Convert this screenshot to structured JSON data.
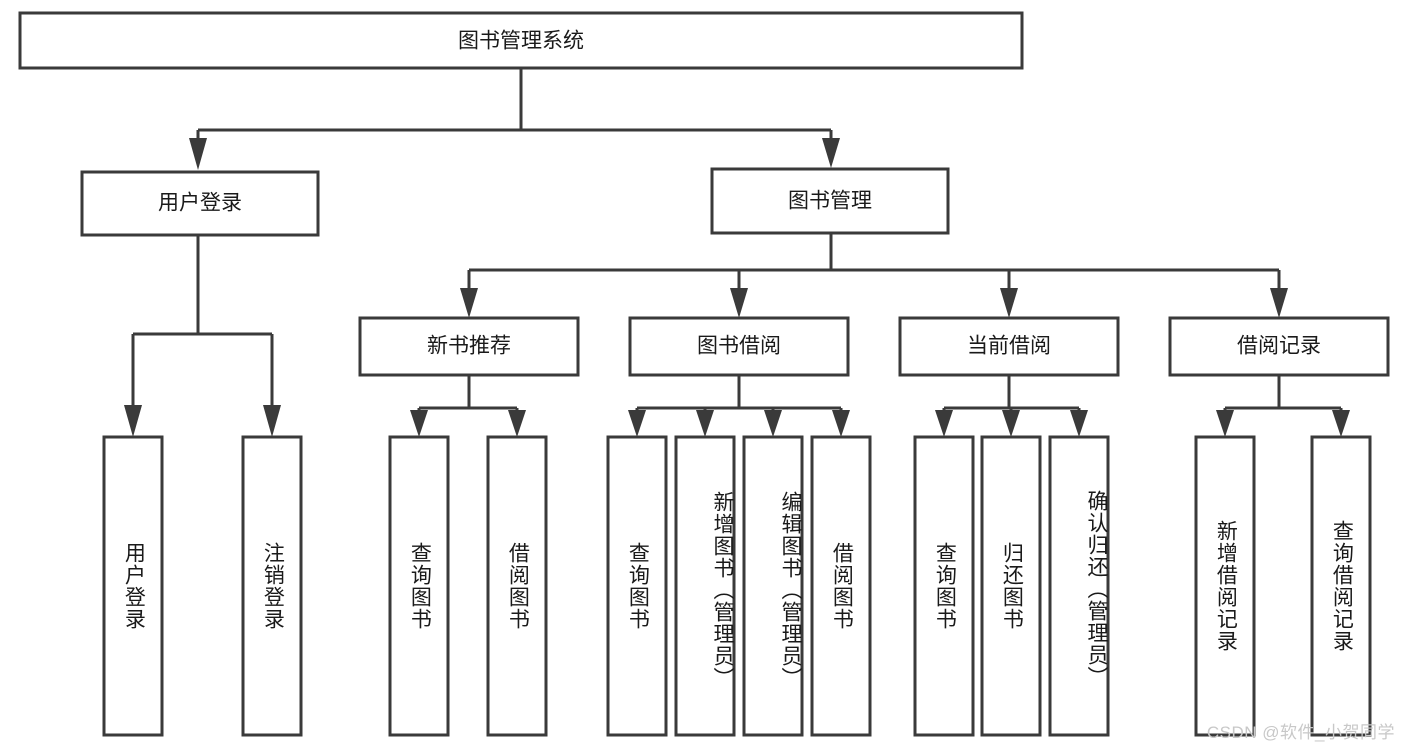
{
  "diagram": {
    "type": "tree-hierarchy",
    "title": "图书管理系统",
    "style": {
      "box_fill": "#ffffff",
      "box_stroke": "#3a3a3a",
      "text_color": "#1a1a1a",
      "background": "#ffffff",
      "watermark_color": "#c8c8c8"
    },
    "root": {
      "label": "图书管理系统"
    },
    "level2": [
      {
        "label": "用户登录"
      },
      {
        "label": "图书管理"
      }
    ],
    "level3": [
      {
        "label": "新书推荐"
      },
      {
        "label": "图书借阅"
      },
      {
        "label": "当前借阅"
      },
      {
        "label": "借阅记录"
      }
    ],
    "leaves": {
      "user_login": [
        {
          "label": "用户登录"
        },
        {
          "label": "注销登录"
        }
      ],
      "new_book_recommend": [
        {
          "label": "查询图书"
        },
        {
          "label": "借阅图书"
        }
      ],
      "book_borrow": [
        {
          "label": "查询图书"
        },
        {
          "label": "新增图书（管理员）"
        },
        {
          "label": "编辑图书（管理员）"
        },
        {
          "label": "借阅图书"
        }
      ],
      "current_borrow": [
        {
          "label": "查询图书"
        },
        {
          "label": "归还图书"
        },
        {
          "label": "确认归还（管理员）"
        }
      ],
      "borrow_record": [
        {
          "label": "新增借阅记录"
        },
        {
          "label": "查询借阅记录"
        }
      ]
    }
  },
  "watermark": {
    "text": "CSDN @软件_小贺同学"
  }
}
